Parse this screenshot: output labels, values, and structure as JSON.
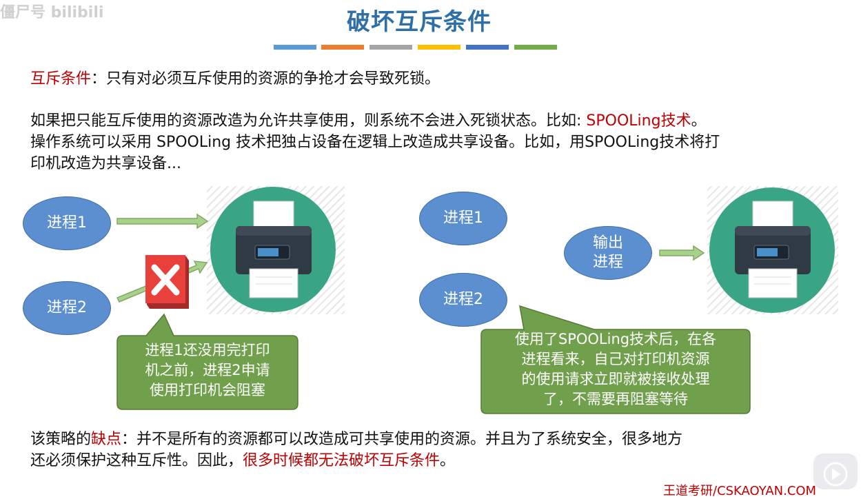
{
  "watermark": "僵尸号 bilibili",
  "title": "破坏互斥条件",
  "colors": [
    "#5b9bd5",
    "#ed7d31",
    "#a5a5a5",
    "#ffc000",
    "#4472c4",
    "#70ad47"
  ],
  "mutex_def": {
    "label": "互斥条件",
    "sep": "：",
    "text": "只有对必须互斥使用的资源的争抢才会导致死锁。"
  },
  "intro": {
    "line1_pre": "如果把只能互斥使用的资源改造为允许共享使用，则系统不会进入死锁状态。比如: ",
    "line1_red": "SPOOLing技术",
    "line1_post": "。",
    "line2": "操作系统可以采用 SPOOLing  技术把独占设备在逻辑上改造成共享设备。比如，用SPOOLing技术将打",
    "line3": "印机改造为共享设备..."
  },
  "left_diagram": {
    "process1": "进程1",
    "process2": "进程2",
    "callout": [
      "进程1还没用完打印",
      "机之前，进程2申请",
      "使用打印机会阻塞"
    ]
  },
  "right_diagram": {
    "process1": "进程1",
    "process2": "进程2",
    "output_process": [
      "输出",
      "进程"
    ],
    "callout": [
      "使用了SPOOLing技术后，在各",
      "进程看来，自己对打印机资源",
      "的使用请求立即就被接收处理",
      "了，不需要再阻塞等待"
    ]
  },
  "drawback": {
    "line1_pre": "该策略的",
    "line1_red": "缺点",
    "line1_post": "：并不是所有的资源都可以改造成可共享使用的资源。并且为了系统安全，很多地方",
    "line2_pre": "还必须保护这种互斥性。因此，",
    "line2_red": "很多时候都无法破坏互斥条件",
    "line2_post": "。"
  },
  "footer": "王道考研/CSKAOYAN.COM"
}
